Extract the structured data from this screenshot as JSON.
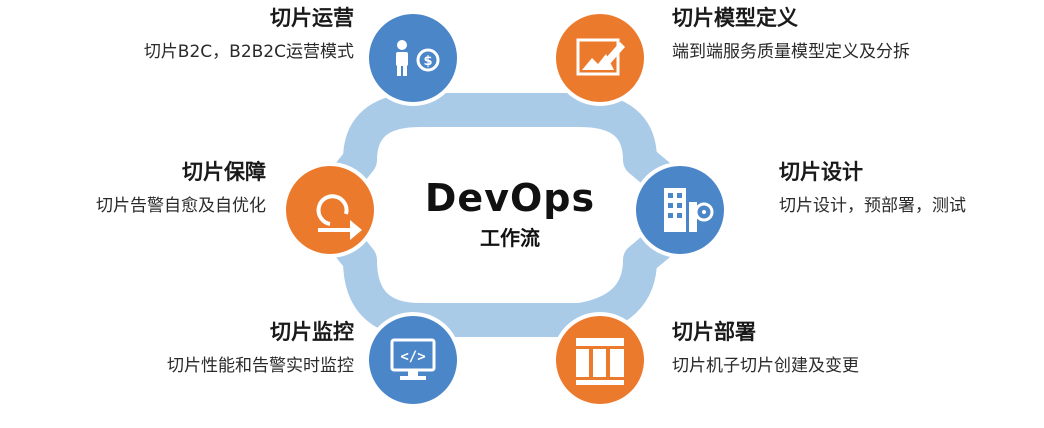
{
  "center": {
    "title": "DevOps",
    "subtitle": "工作流"
  },
  "colors": {
    "blue": "#4a86c8",
    "orange": "#ec7a2c",
    "ring": "#a9cbe8",
    "ring_edge": "#8db6dc"
  },
  "nodes": [
    {
      "id": "ops",
      "title": "切片运营",
      "desc": "切片B2C，B2B2C运营模式",
      "color": "blue",
      "icon": "person-coin-icon"
    },
    {
      "id": "model",
      "title": "切片模型定义",
      "desc": "端到端服务质量模型定义及分拆",
      "color": "orange",
      "icon": "board-pen-icon"
    },
    {
      "id": "design",
      "title": "切片设计",
      "desc": "切片设计，预部署，测试",
      "color": "blue",
      "icon": "building-gear-icon"
    },
    {
      "id": "deploy",
      "title": "切片部署",
      "desc": "切片机子切片创建及变更",
      "color": "orange",
      "icon": "layout-panel-icon"
    },
    {
      "id": "monitor",
      "title": "切片监控",
      "desc": "切片性能和告警实时监控",
      "color": "blue",
      "icon": "monitor-code-icon"
    },
    {
      "id": "assure",
      "title": "切片保障",
      "desc": "切片告警自愈及自优化",
      "color": "orange",
      "icon": "loop-arrow-icon"
    }
  ]
}
